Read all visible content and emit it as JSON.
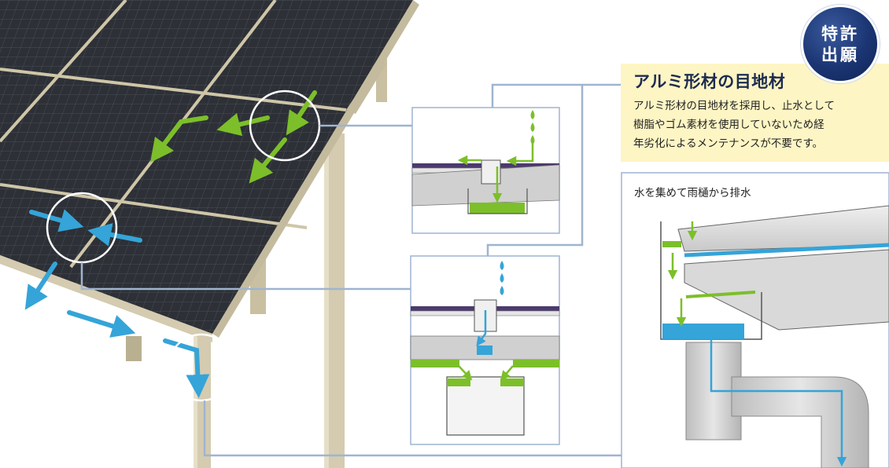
{
  "badge": {
    "line1": "特許",
    "line2": "出願"
  },
  "callout": {
    "title": "アルミ形材の目地材",
    "body_lines": [
      "アルミ形材の目地材を採用し、止水として",
      "樹脂やゴム素材を使用していないため経",
      "年劣化によるメンテナンスが不要です。"
    ]
  },
  "drain_panel": {
    "label": "水を集めて雨樋から排水"
  },
  "colors": {
    "green_arrow": "#7cbf2a",
    "blue_arrow": "#35a4d8",
    "frame_beige": "#d4cbb0",
    "panel_dark": "#2d3036",
    "leader_line": "#9fb4d0",
    "badge_navy": "#1b3573",
    "callout_bg": "#fdf5c4"
  },
  "icons": [
    "water-drop-icon",
    "flow-arrow-icon",
    "detail-circle-icon"
  ]
}
